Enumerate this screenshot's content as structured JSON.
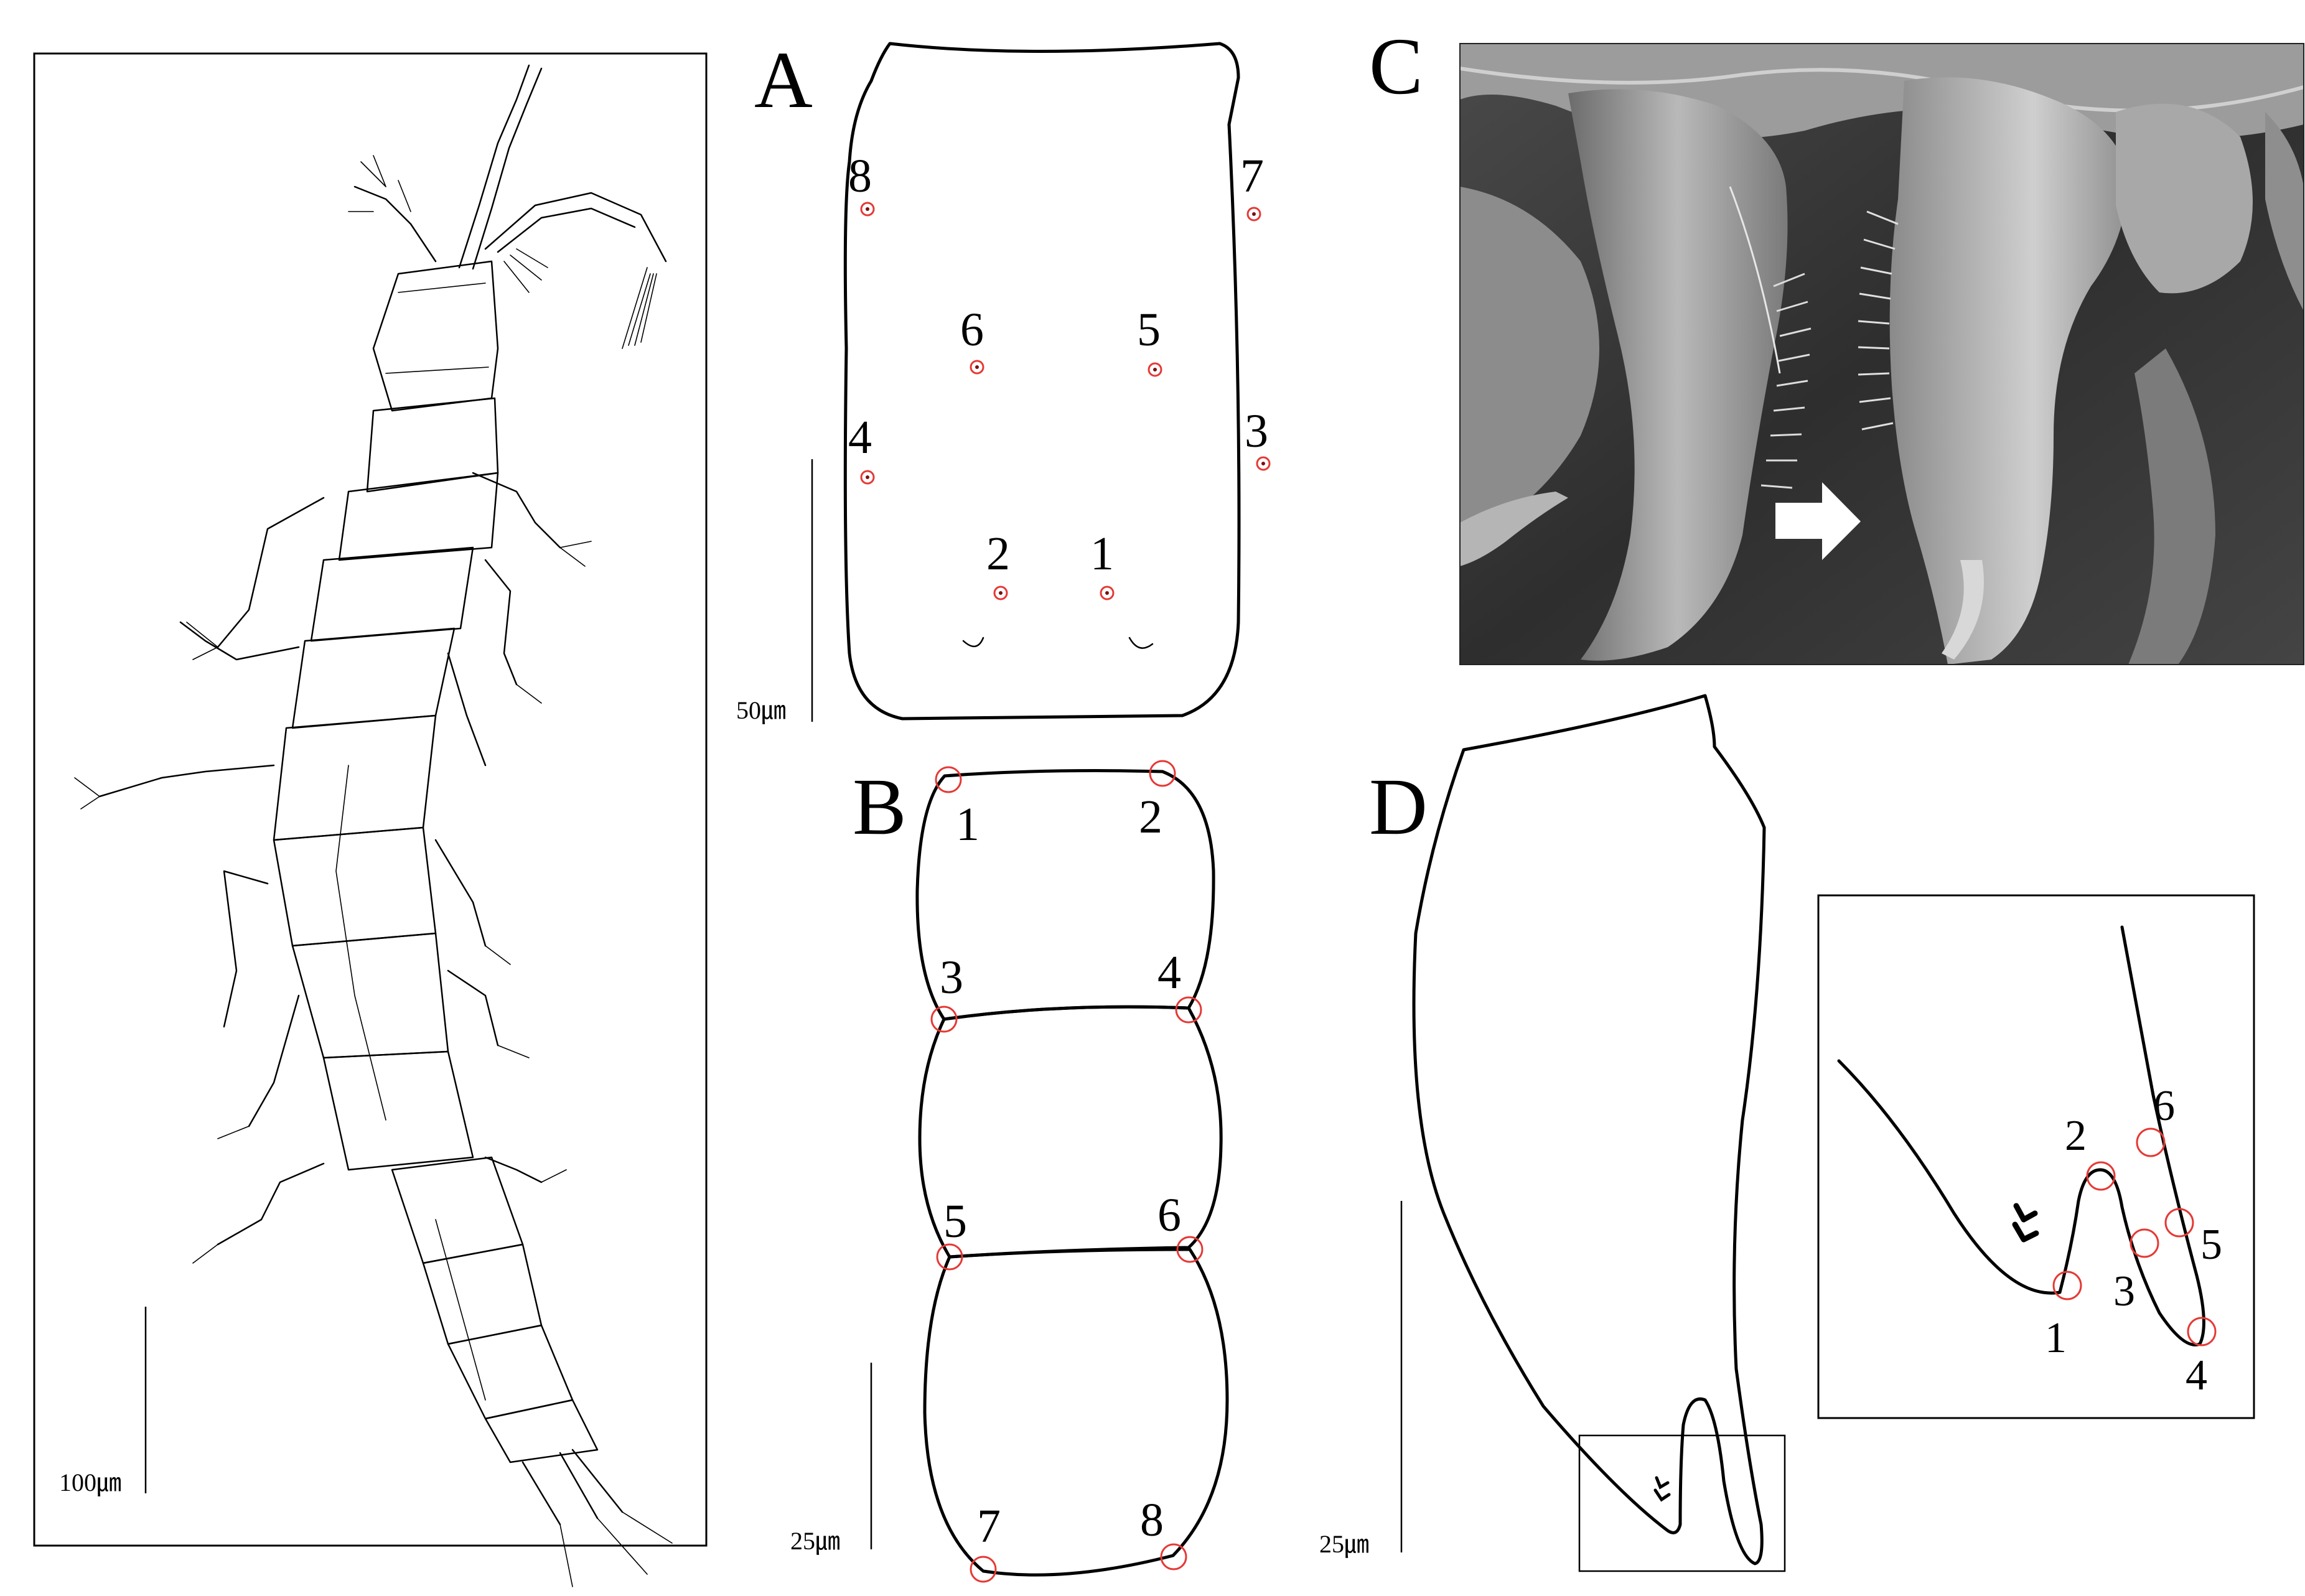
{
  "panels": {
    "A": {
      "letter": "A",
      "landmarks": [
        "1",
        "2",
        "3",
        "4",
        "5",
        "6",
        "7",
        "8"
      ],
      "scale": "50㎛"
    },
    "B": {
      "letter": "B",
      "landmarks": [
        "1",
        "2",
        "3",
        "4",
        "5",
        "6",
        "7",
        "8"
      ],
      "scale": "25㎛"
    },
    "C": {
      "letter": "C"
    },
    "D": {
      "letter": "D",
      "landmarks": [
        "1",
        "2",
        "3",
        "4",
        "5",
        "6"
      ],
      "scale": "25㎛"
    },
    "habitus": {
      "scale": "100㎛"
    }
  },
  "colors": {
    "landmark": "#e53935",
    "stroke": "#000000",
    "sem_background": "#3a3a3a"
  }
}
